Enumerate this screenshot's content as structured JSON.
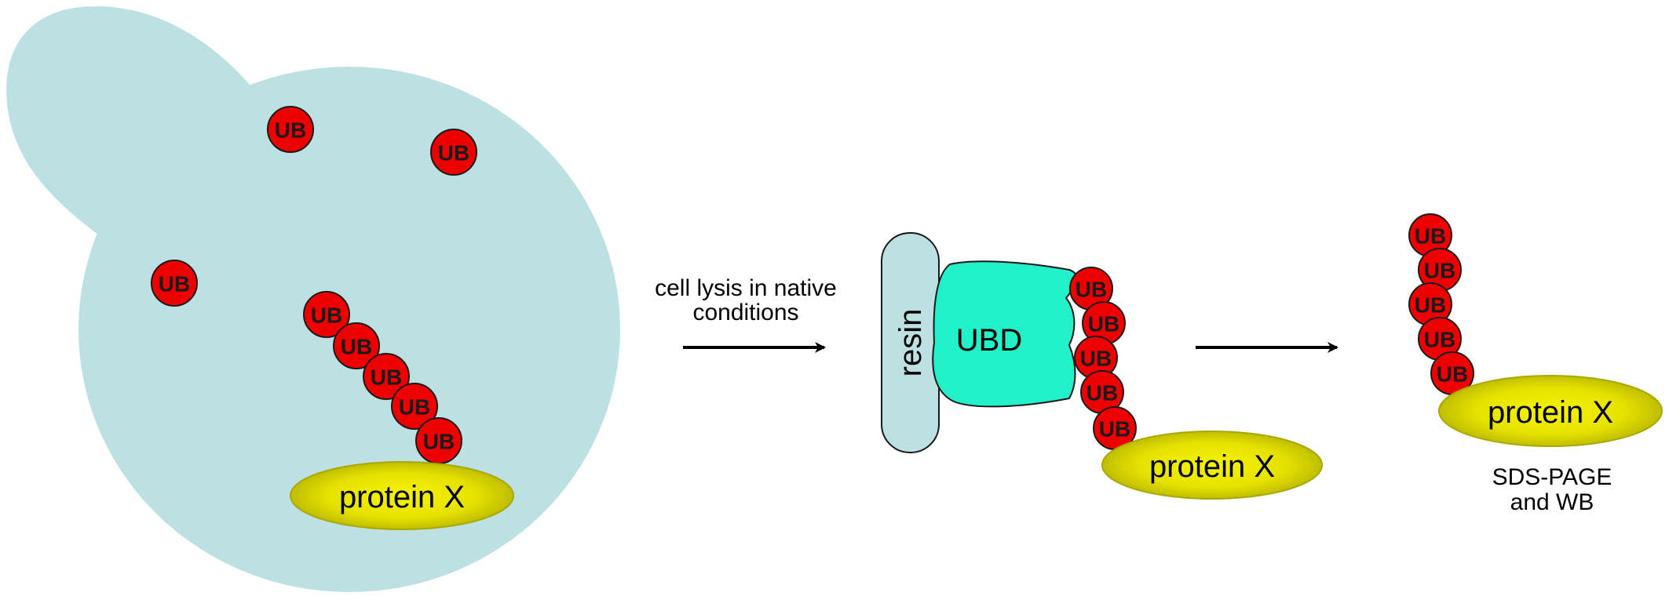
{
  "colors": {
    "cell_fill": "#bde0e3",
    "ub_fill": "#ee0000",
    "protein_fill": "#c8c800",
    "protein_highlight": "#f2f000",
    "ubd_fill": "#22f0c8",
    "resin_fill": "#bde0e3",
    "stroke": "#1a1a1a"
  },
  "icons": {
    "ubiquitin": "red-circle",
    "protein": "yellow-ellipse",
    "cell": "budding-yeast-cell",
    "arrow": "right-arrow"
  },
  "labels": {
    "ub": "UB",
    "protein_x": "protein X",
    "resin": "resin",
    "ubd": "UBD",
    "lysis_line1": "cell lysis in native",
    "lysis_line2": "conditions",
    "analysis_line1": "SDS-PAGE",
    "analysis_line2": "and WB"
  }
}
